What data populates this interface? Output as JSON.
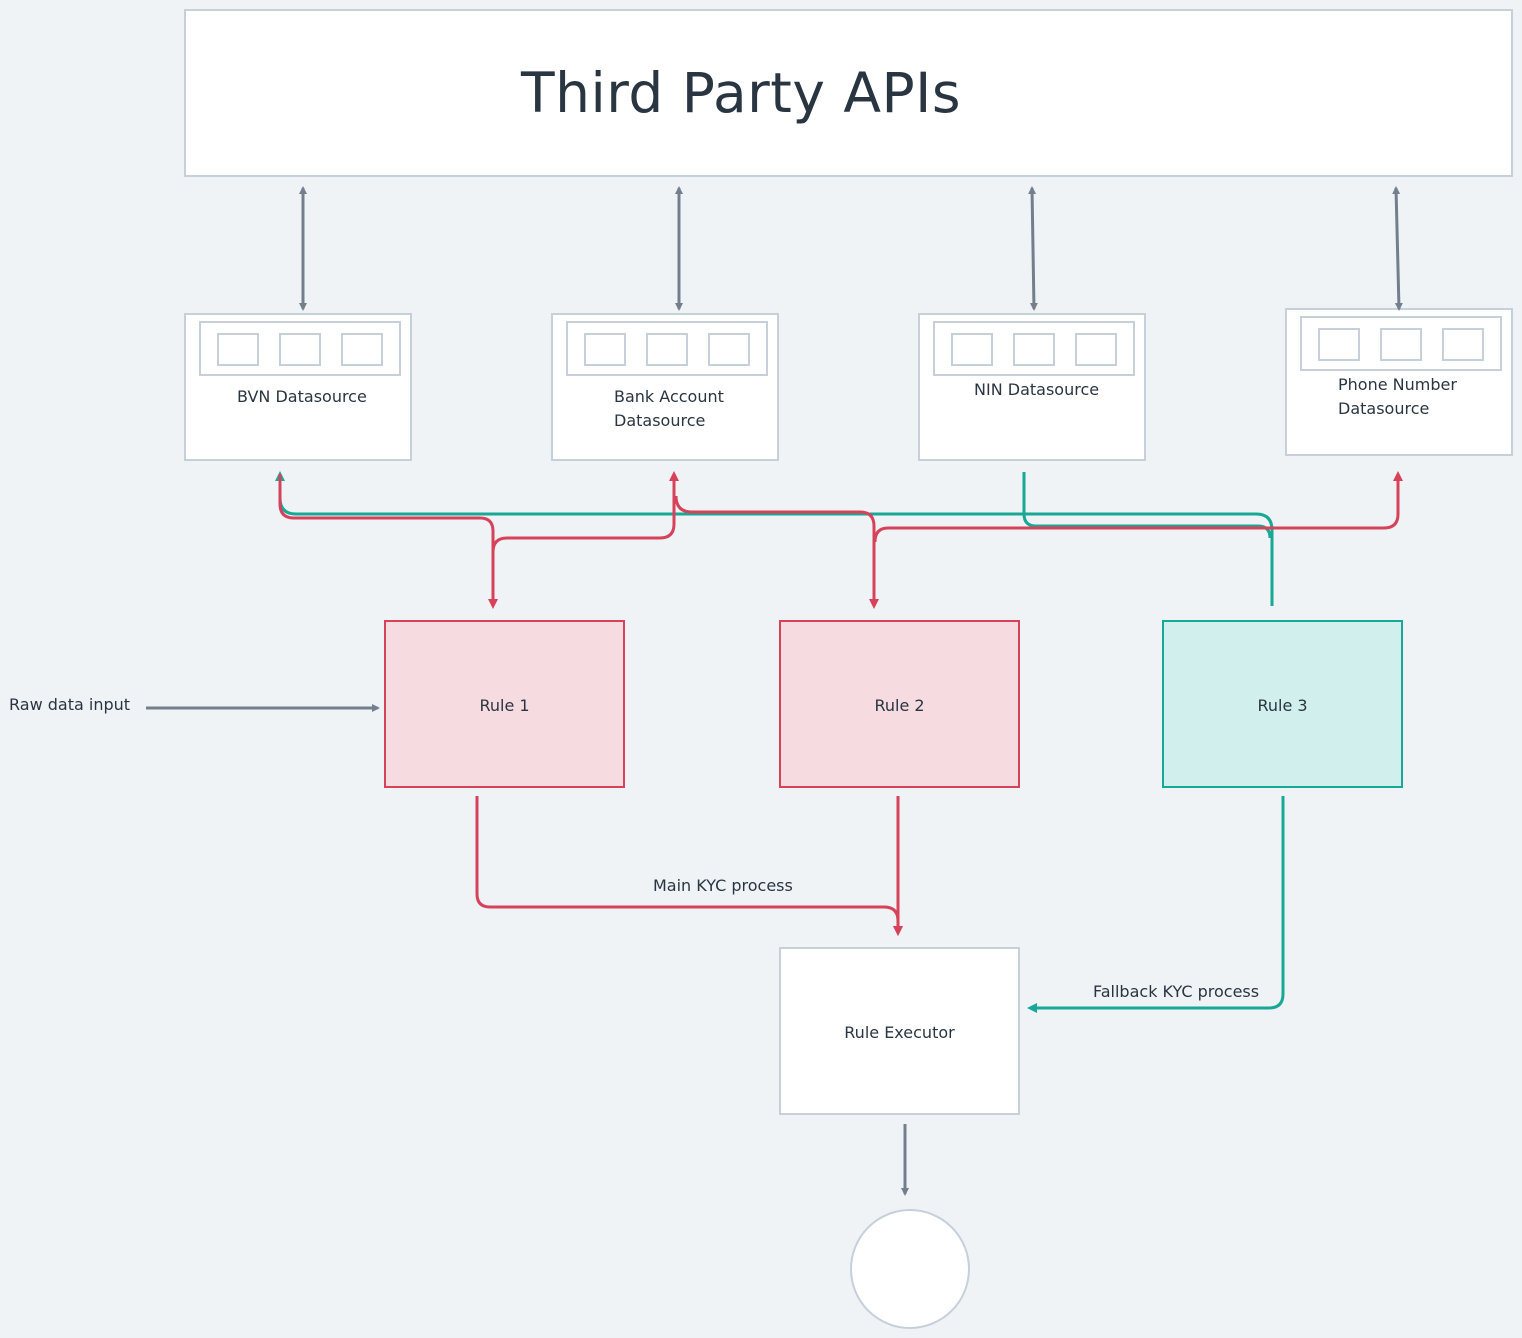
{
  "title": "Third Party APIs",
  "datasources": [
    {
      "lines": [
        "BVN Datasource"
      ]
    },
    {
      "lines": [
        "Bank Account",
        "Datasource"
      ]
    },
    {
      "lines": [
        "NIN Datasource"
      ]
    },
    {
      "lines": [
        "Phone Number",
        "Datasource"
      ]
    }
  ],
  "rules": [
    {
      "label": "Rule 1",
      "color": "#d6425a"
    },
    {
      "label": "Rule 2",
      "color": "#d6425a"
    },
    {
      "label": "Rule 3",
      "color": "#19a796"
    }
  ],
  "executor": {
    "label": "Rule Executor"
  },
  "edge_labels": {
    "raw_input": "Raw data input",
    "main": "Main KYC process",
    "fallback": "Fallback KYC process"
  },
  "colors": {
    "main_flow": "#d6425a",
    "fallback_flow": "#19a796",
    "neutral": "#737f8c"
  }
}
